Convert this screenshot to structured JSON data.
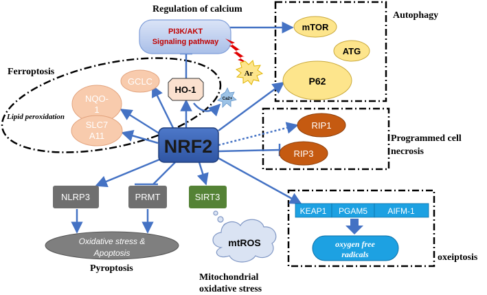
{
  "headings": {
    "regulation_of_calcium": "Regulation of calcium",
    "autophagy": "Autophagy",
    "ferroptosis": "Ferroptosis",
    "programmed_necrosis_line1": "Programmed cell",
    "programmed_necrosis_line2": "necrosis",
    "pyroptosis": "Pyroptosis",
    "mito_line1": "Mitochondrial",
    "mito_line2": "oxidative stress",
    "oxeiptosis": "oxeiptosis"
  },
  "nodes": {
    "nrf2": "NRF2",
    "pi3k_line1": "PI3K/AKT",
    "pi3k_line2": "Signaling pathway",
    "ho1": "HO-1",
    "ca2": "Ca2+",
    "ar": "Ar",
    "mtor": "mTOR",
    "atg": "ATG",
    "p62": "P62",
    "gclc": "GCLC",
    "nqo1_line1": "NQO-",
    "nqo1_line2": "1",
    "slc7_line1": "SLC7",
    "slc7_line2": "A11",
    "lipid_peroxidation": "Lipid peroxidation",
    "rip1": "RIP1",
    "rip3": "RIP3",
    "nlrp3": "NLRP3",
    "prmt": "PRMT",
    "sirt3": "SIRT3",
    "oxidative_line1": "Oxidative stress &",
    "oxidative_line2": "Apoptosis",
    "mtros": "mtROS",
    "keap1": "KEAP1",
    "pgam5": "PGAM5",
    "aifm1": "AIFM-1",
    "ofr_line1": "oxygen free",
    "ofr_line2": "radicals"
  },
  "colors": {
    "arrow": "#4472c4",
    "nrf2_fill": "#3a62b5",
    "peach": "#f8cbad",
    "peach_stroke": "#e2a27c",
    "yellow": "#fde58c",
    "yellow_stroke": "#c9a83a",
    "brown": "#c55a11",
    "gray_box": "#6f6f6f",
    "green_box": "#548235",
    "cyan": "#1da1e2",
    "lightning": "#e00000",
    "pi3k_text": "#c00000",
    "ar_fill": "#fde58c",
    "ca_fill": "#9dc3e6"
  }
}
